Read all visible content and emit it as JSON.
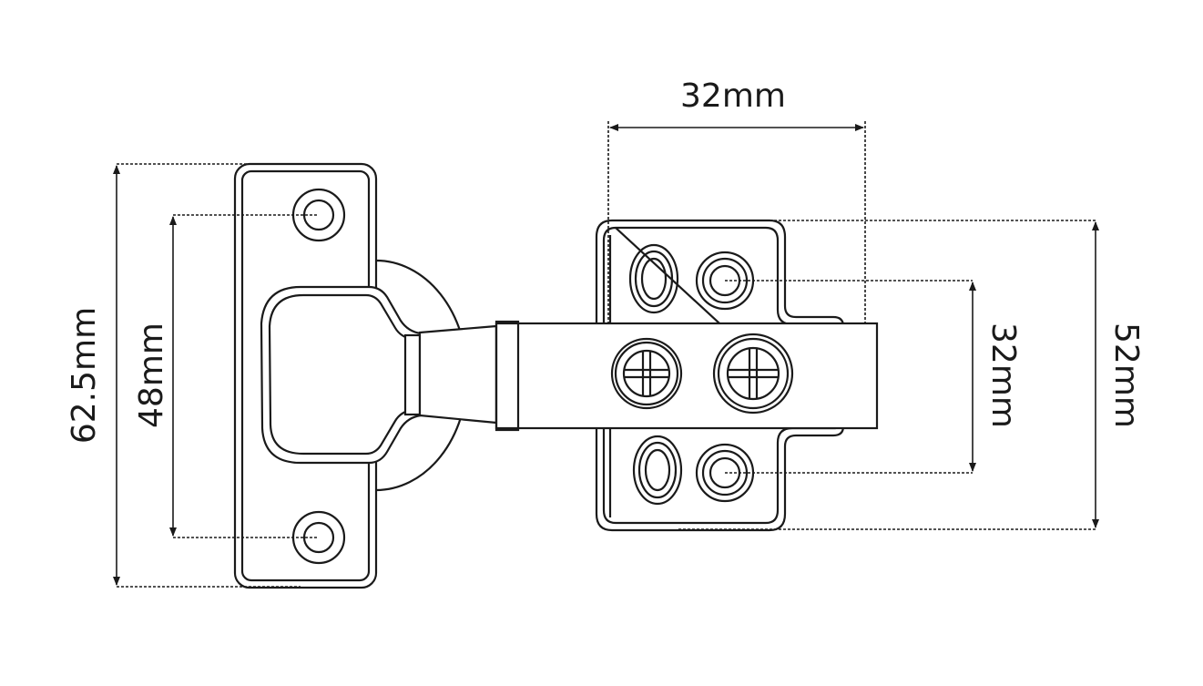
{
  "title": "Cabinet hinge dimension drawing",
  "dimensions": {
    "top_width": "32mm",
    "plate_height": "62.5mm",
    "plate_hole_spacing": "48mm",
    "base_hole_spacing": "32mm",
    "base_height": "52mm"
  },
  "colors": {
    "line": "#1a1a1a",
    "background": "#ffffff"
  }
}
